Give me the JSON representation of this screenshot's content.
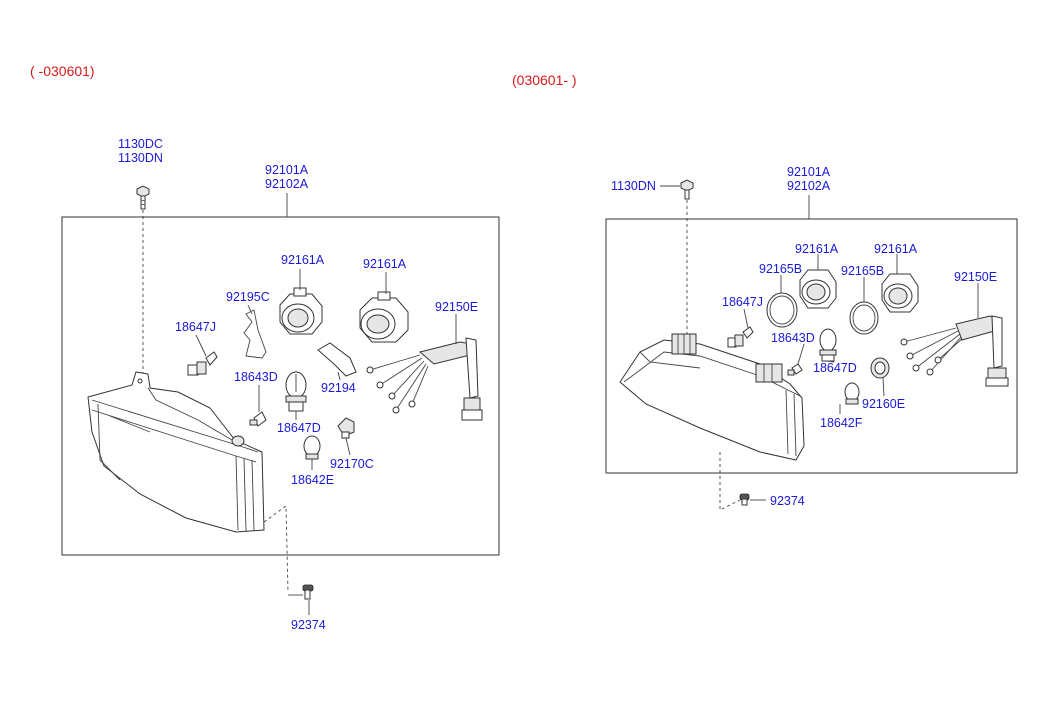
{
  "variants": {
    "left": "( -030601)",
    "right": "(030601- )"
  },
  "left_labels": {
    "bolt_a": "1130DC",
    "bolt_b": "1130DN",
    "assy_a": "92101A",
    "assy_b": "92102A",
    "socket_1": "92161A",
    "socket_2": "92161A",
    "spring": "92195C",
    "bulb_j": "18647J",
    "harness": "92150E",
    "clip": "92194",
    "bulb_d": "18643D",
    "bulb_47d": "18647D",
    "holder": "92170C",
    "bulb_e": "18642E",
    "screw": "92374"
  },
  "right_labels": {
    "bolt": "1130DN",
    "assy_a": "92101A",
    "assy_b": "92102A",
    "socket_1": "92161A",
    "socket_2": "92161A",
    "ring_1": "92165B",
    "ring_2": "92165B",
    "bulb_j": "18647J",
    "harness": "92150E",
    "bulb_d": "18643D",
    "bulb_47d": "18647D",
    "holder": "92160E",
    "bulb_f": "18642F",
    "screw": "92374"
  }
}
